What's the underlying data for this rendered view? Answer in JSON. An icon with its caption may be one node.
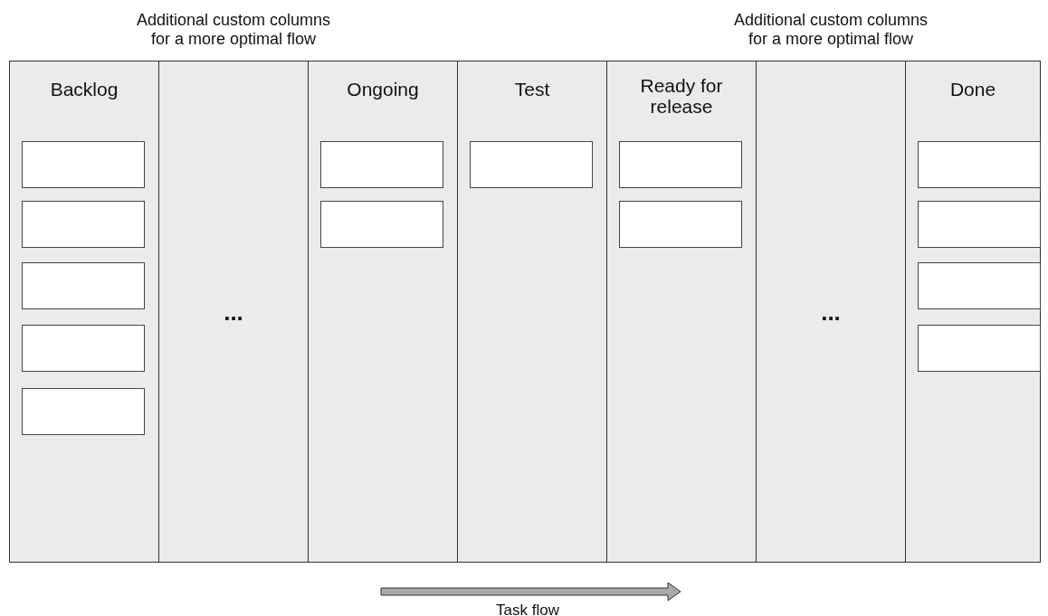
{
  "diagram": {
    "nodes": [
      {
        "text": [
          "Backlog"
        ]
      },
      {
        "text": [],
        "shape": "box",
        "in": 0
      },
      {
        "text": [],
        "shape": "box",
        "in": 0
      },
      {
        "text": [],
        "shape": "box",
        "in": 0
      },
      {
        "text": [],
        "shape": "box",
        "in": 0
      },
      {
        "text": [],
        "shape": "box",
        "in": 0
      },
      {
        "text": [
          "..."
        ],
        "beside": [
          "Additional custom columns for a more optimal flow"
        ]
      },
      {
        "text": [
          "Ongoing"
        ]
      },
      {
        "text": [],
        "shape": "box",
        "in": 7
      },
      {
        "text": [],
        "shape": "box",
        "in": 7
      },
      {
        "text": [
          "Test"
        ]
      },
      {
        "text": [],
        "shape": "box",
        "in": 10
      },
      {
        "text": [
          "Ready for release"
        ]
      },
      {
        "text": [],
        "shape": "box",
        "in": 12
      },
      {
        "text": [],
        "shape": "box",
        "in": 12
      },
      {
        "text": [
          "..."
        ],
        "beside": [
          "Additional custom columns for a more optimal flow"
        ]
      },
      {
        "text": [
          "Done"
        ]
      },
      {
        "text": [],
        "shape": "box",
        "in": 16
      },
      {
        "text": [],
        "shape": "box",
        "in": 16
      },
      {
        "text": [],
        "shape": "box",
        "in": 16
      },
      {
        "text": [],
        "shape": "box",
        "in": 16
      }
    ],
    "labels": [
      "Task flow"
    ]
  }
}
